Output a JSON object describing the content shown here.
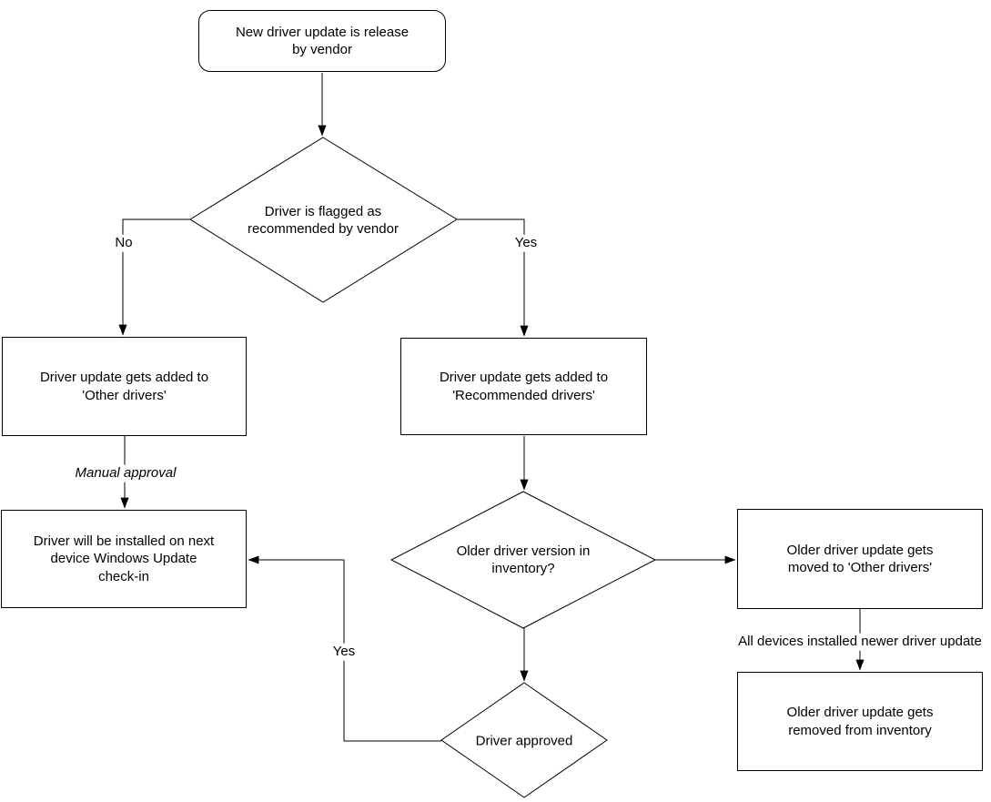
{
  "diagram": {
    "type": "flowchart",
    "background": "#ffffff",
    "stroke_color": "#000000",
    "text_color": "#000000",
    "nodes": {
      "start": {
        "shape": "rounded-rect",
        "label": "New driver update is release\nby vendor"
      },
      "flagged": {
        "shape": "diamond",
        "label": "Driver is flagged as\nrecommended by vendor"
      },
      "other": {
        "shape": "rect",
        "label": "Driver update gets added to\n'Other drivers'"
      },
      "installed": {
        "shape": "rect",
        "label": "Driver will be installed on next\ndevice Windows Update\ncheck-in"
      },
      "recommended": {
        "shape": "rect",
        "label": "Driver update gets added to\n'Recommended drivers'"
      },
      "inventory": {
        "shape": "diamond",
        "label": "Older driver version in\ninventory?"
      },
      "moved": {
        "shape": "rect",
        "label": "Older driver update gets\nmoved to 'Other drivers'"
      },
      "removed": {
        "shape": "rect",
        "label": "Older driver update gets\nremoved from inventory"
      },
      "approved": {
        "shape": "diamond",
        "label": "Driver approved"
      }
    },
    "edges": [
      {
        "from": "start",
        "to": "flagged",
        "label": ""
      },
      {
        "from": "flagged",
        "to": "other",
        "label": "No"
      },
      {
        "from": "flagged",
        "to": "recommended",
        "label": "Yes"
      },
      {
        "from": "other",
        "to": "installed",
        "label": "Manual approval"
      },
      {
        "from": "recommended",
        "to": "inventory",
        "label": ""
      },
      {
        "from": "inventory",
        "to": "moved",
        "label": ""
      },
      {
        "from": "moved",
        "to": "removed",
        "label": "All devices installed newer driver update"
      },
      {
        "from": "inventory",
        "to": "approved",
        "label": ""
      },
      {
        "from": "approved",
        "to": "installed",
        "label": "Yes"
      }
    ]
  }
}
